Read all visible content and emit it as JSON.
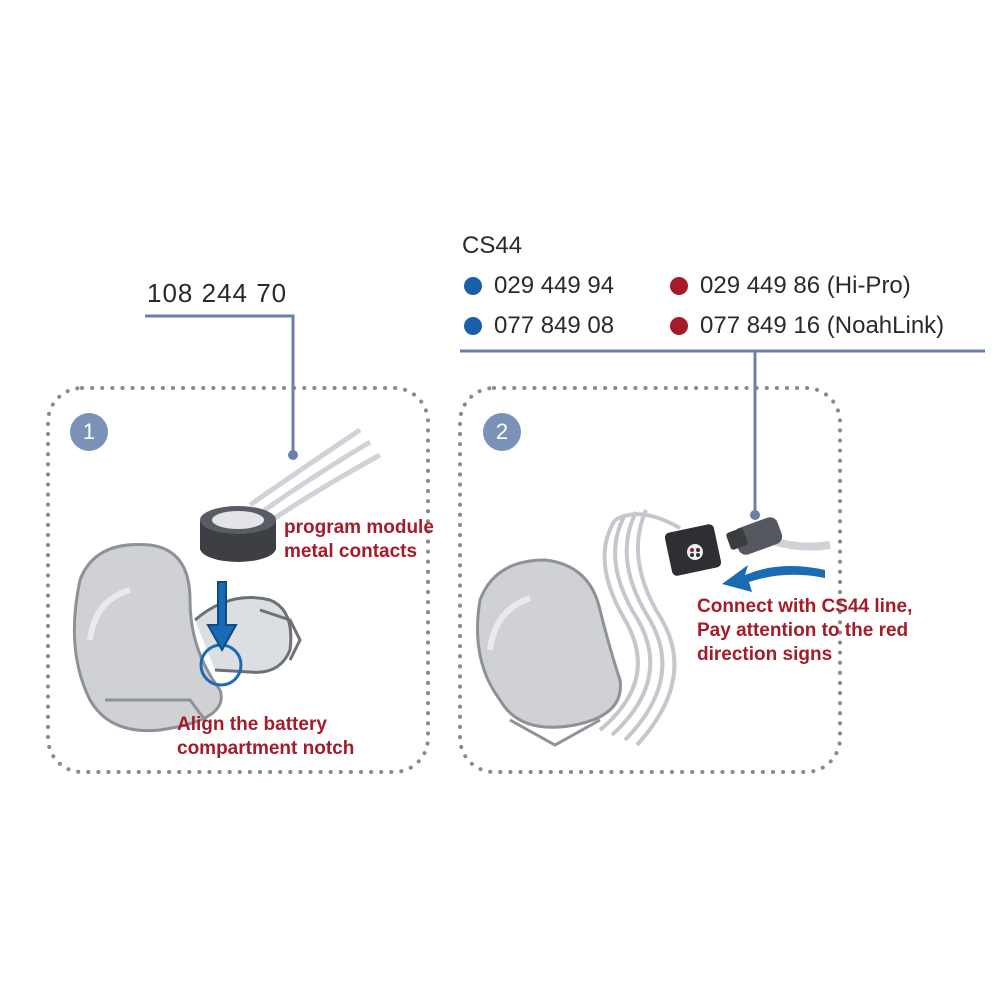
{
  "step1": {
    "badge": "1",
    "part_number": "108 244 70",
    "annotation_module": [
      "program module",
      "metal contacts"
    ],
    "annotation_notch": [
      "Align the battery",
      "compartment notch"
    ]
  },
  "step2": {
    "badge": "2",
    "cable_title": "CS44",
    "cables": [
      {
        "code": "029 449 94",
        "color": "#1a5fa8"
      },
      {
        "code": "029 449 86 (Hi-Pro)",
        "color": "#a61b29"
      },
      {
        "code": "077 849 08",
        "color": "#1a5fa8"
      },
      {
        "code": "077 849 16 (NoahLink)",
        "color": "#a61b29"
      }
    ],
    "annotation": [
      "Connect with CS44 line,",
      "Pay attention to the red",
      "direction signs"
    ]
  },
  "colors": {
    "leader_line": "#6a80aa",
    "annotation": "#a61b29",
    "blue_dot": "#1a5fa8",
    "red_dot": "#a61b29",
    "arrow": "#1a6bb5",
    "dotted_frame": "#8a8a8a"
  }
}
